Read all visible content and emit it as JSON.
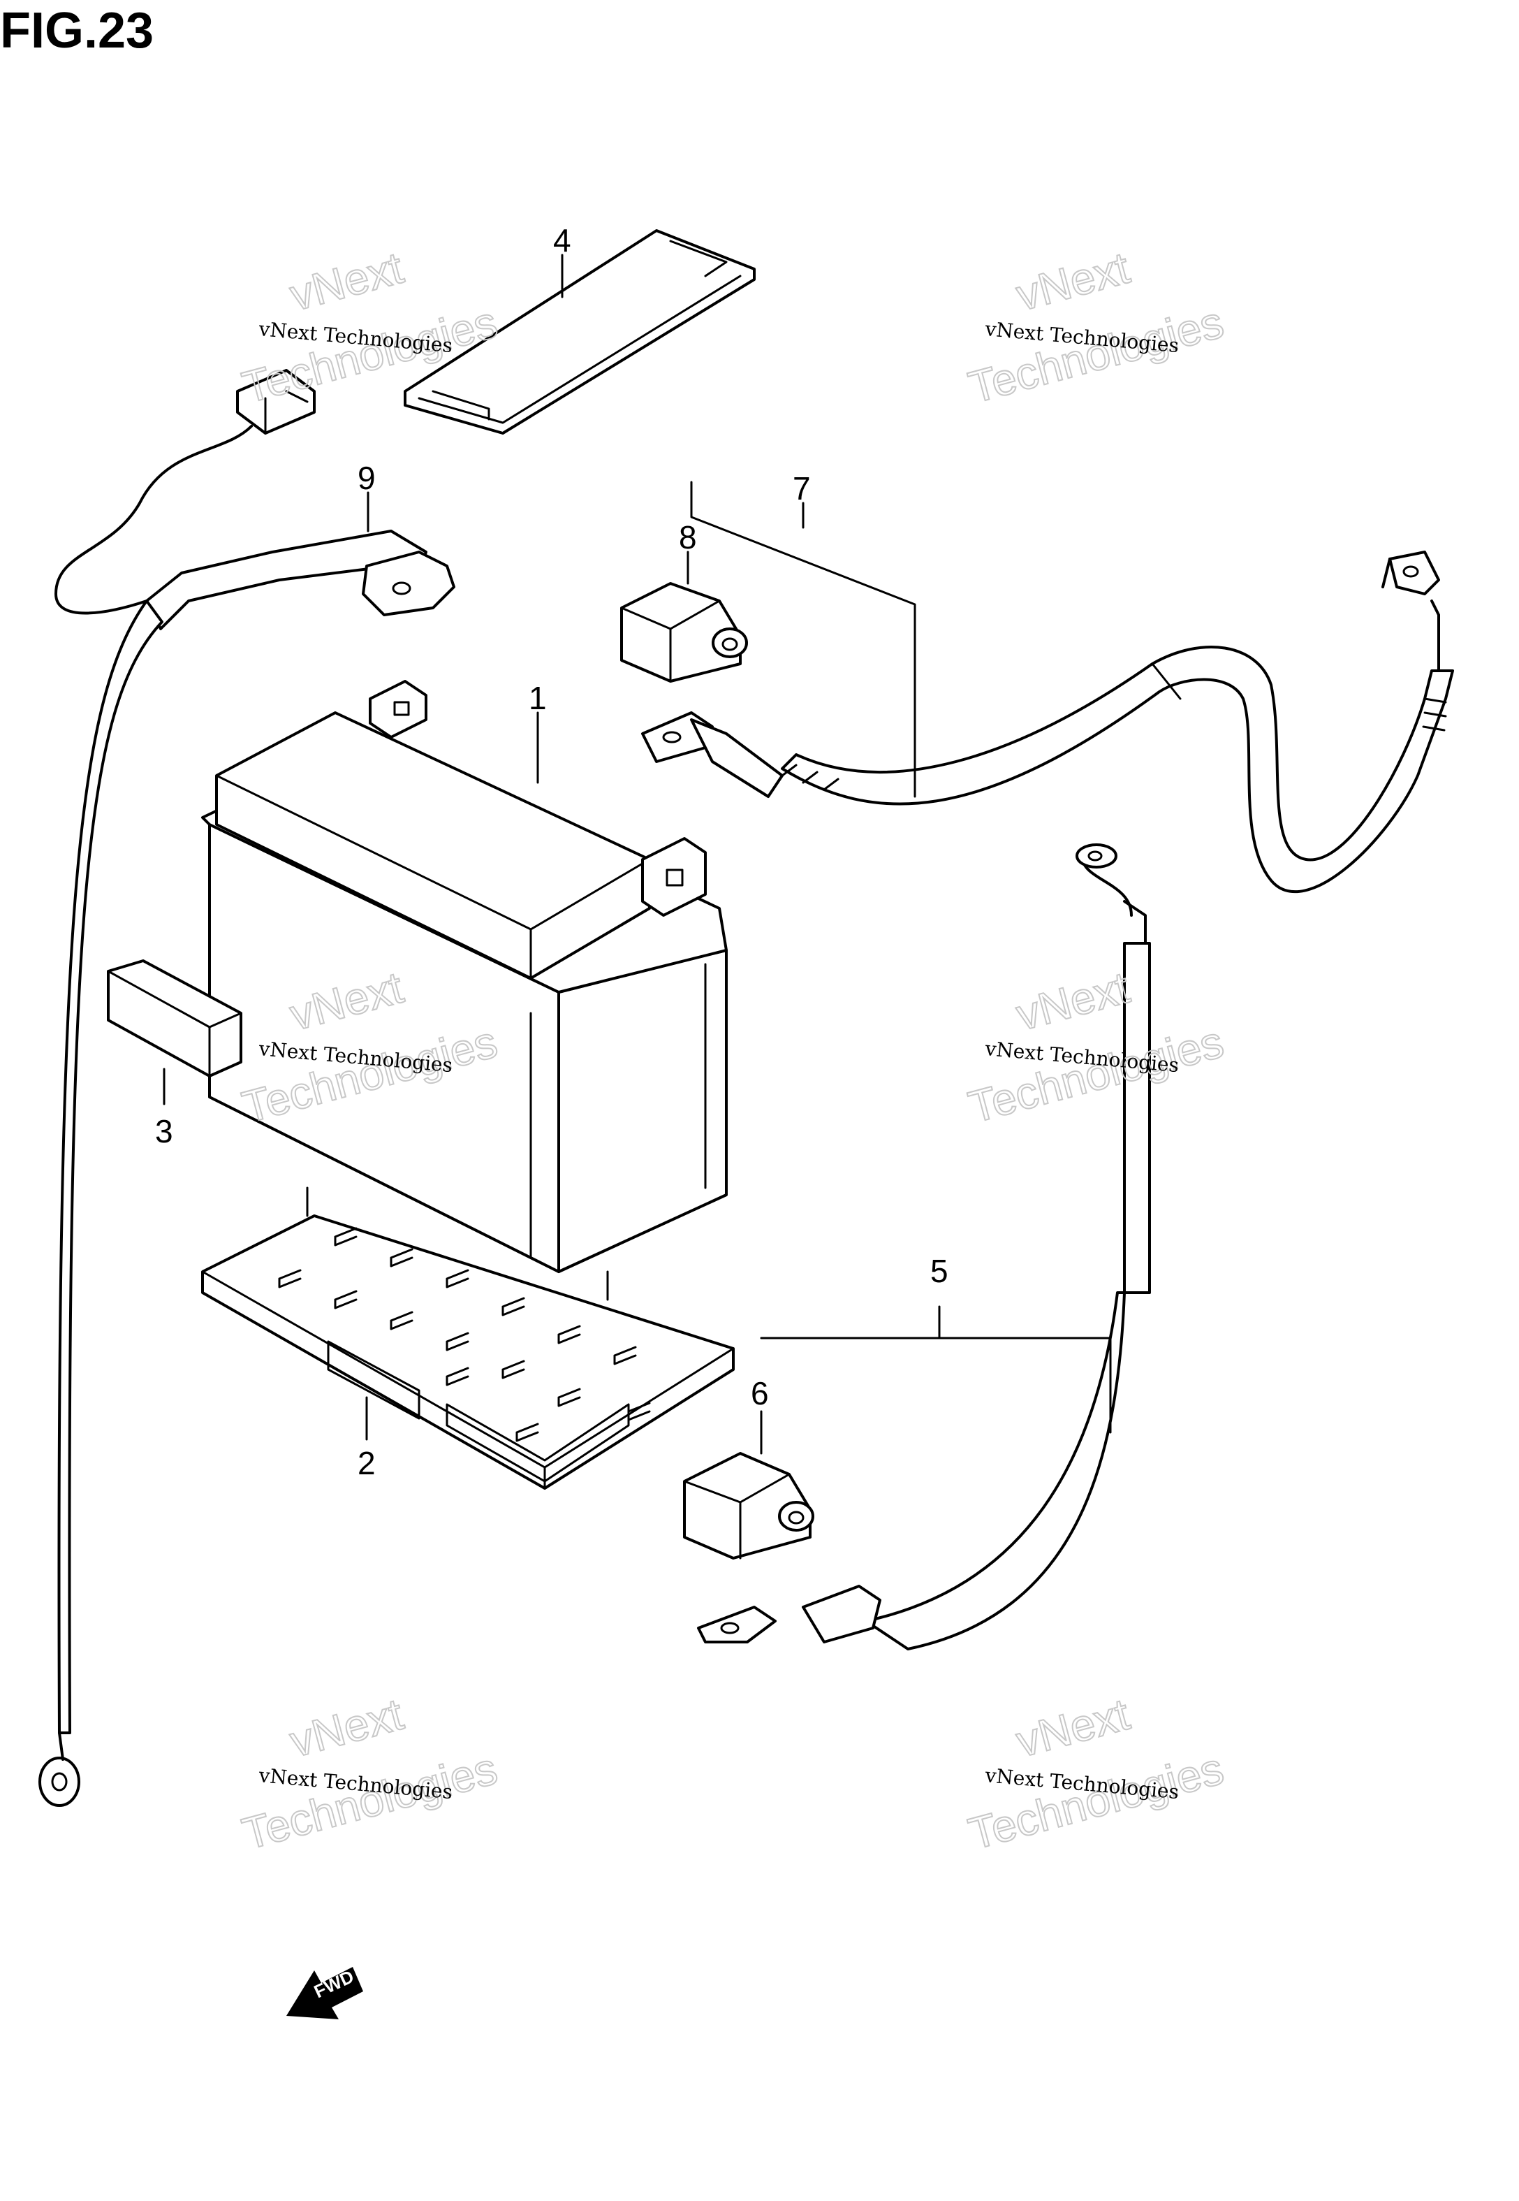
{
  "figure": {
    "title": "FIG.23"
  },
  "callouts": [
    {
      "id": "1",
      "label": "1"
    },
    {
      "id": "2",
      "label": "2"
    },
    {
      "id": "3",
      "label": "3"
    },
    {
      "id": "4",
      "label": "4"
    },
    {
      "id": "5",
      "label": "5"
    },
    {
      "id": "6",
      "label": "6"
    },
    {
      "id": "7",
      "label": "7"
    },
    {
      "id": "8",
      "label": "8"
    },
    {
      "id": "9",
      "label": "9"
    }
  ],
  "watermark": {
    "line1": "vNext Technologies",
    "line2": "vNext",
    "line3": "Technologies"
  },
  "direction_arrow": {
    "label": "FWD"
  }
}
